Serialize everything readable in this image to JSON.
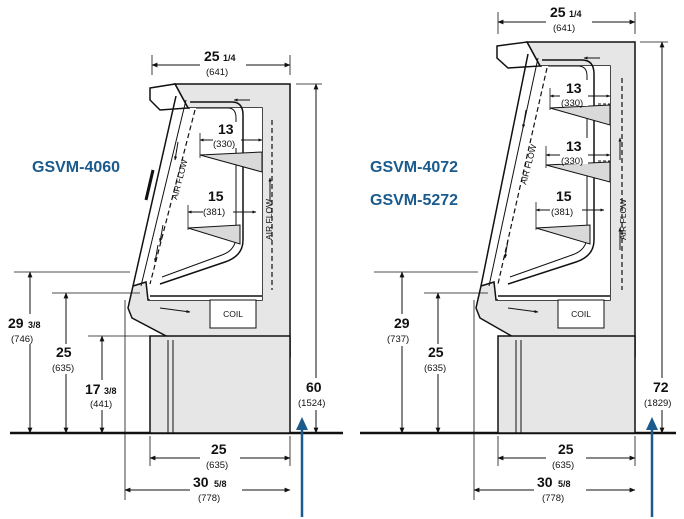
{
  "colors": {
    "accent": "#1a5a8c",
    "shade": "#d9d9d9",
    "line": "#111111"
  },
  "left_unit": {
    "model": "GSVM-4060",
    "top_width": {
      "main": "25",
      "frac": "1/4",
      "mm": "(641)"
    },
    "height_total": {
      "main": "60",
      "mm": "(1524)"
    },
    "shelf_upper": {
      "main": "13",
      "mm": "(330)"
    },
    "shelf_lower": {
      "main": "15",
      "mm": "(381)"
    },
    "front_height": {
      "main": "29",
      "frac": "3/8",
      "mm": "(746)"
    },
    "deck_height": {
      "main": "25",
      "mm": "(635)"
    },
    "base_height": {
      "main": "17",
      "frac": "3/8",
      "mm": "(441)"
    },
    "base_depth": {
      "main": "25",
      "mm": "(635)"
    },
    "overall_depth": {
      "main": "30",
      "frac": "5/8",
      "mm": "(778)"
    },
    "airflow_label": "AIR FLOW",
    "coil_label": "COIL"
  },
  "right_unit": {
    "model_a": "GSVM-4072",
    "model_b": "GSVM-5272",
    "top_width": {
      "main": "25",
      "frac": "1/4",
      "mm": "(641)"
    },
    "height_total": {
      "main": "72",
      "mm": "(1829)"
    },
    "shelf_1": {
      "main": "13",
      "mm": "(330)"
    },
    "shelf_2": {
      "main": "13",
      "mm": "(330)"
    },
    "shelf_3": {
      "main": "15",
      "mm": "(381)"
    },
    "front_height": {
      "main": "29",
      "mm": "(737)"
    },
    "deck_height": {
      "main": "25",
      "mm": "(635)"
    },
    "base_depth": {
      "main": "25",
      "mm": "(635)"
    },
    "overall_depth": {
      "main": "30",
      "frac": "5/8",
      "mm": "(778)"
    },
    "airflow_label": "AIR FLOW",
    "coil_label": "COIL"
  }
}
